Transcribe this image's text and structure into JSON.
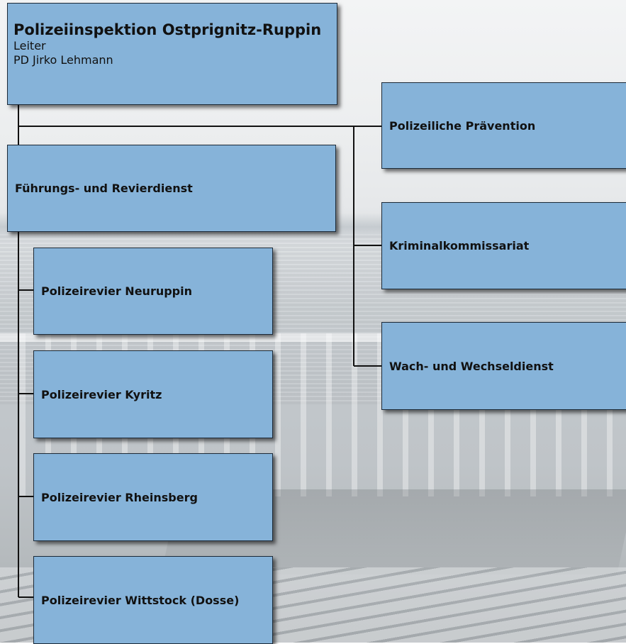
{
  "inspection": {
    "title": "Polizeiinspektion Ostprignitz-Ruppin",
    "role": "Leiter",
    "person": "PD Jirko Lehmann"
  },
  "units": {
    "fuehrung": "Führungs- und Revierdienst",
    "praevention": "Polizeiliche Prävention",
    "kriminal": "Kriminalkommissariat",
    "wach": "Wach- und Wechseldienst"
  },
  "reviere": [
    "Polizeirevier Neuruppin",
    "Polizeirevier Kyritz",
    "Polizeirevier Rheinsberg",
    "Polizeirevier Wittstock (Dosse)"
  ],
  "colors": {
    "box_fill": "#86b3d9",
    "box_border": "#1c2a38",
    "line": "#111111"
  }
}
